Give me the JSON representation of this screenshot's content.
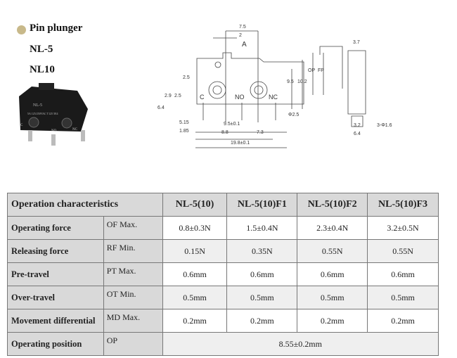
{
  "header": {
    "title": "Pin plunger",
    "models": [
      "NL-5",
      "NL10"
    ]
  },
  "product_photo": {
    "labels": [
      "NL-5",
      "5A 125/250VAC T125 5E4",
      "C",
      "NO",
      "NC"
    ]
  },
  "drawing": {
    "front_dims": [
      "7.5",
      "2",
      "A",
      "2.5",
      "2.9",
      "2.5",
      "6.4",
      "9.5",
      "10.2",
      "OP",
      "FP",
      "5.15",
      "1.85",
      "9.5±0.1",
      "8.8",
      "7.3",
      "19.8±0.1",
      "Φ2.5",
      "C",
      "NO",
      "NC"
    ],
    "side_dims": [
      "3.7",
      "3.2",
      "6.4",
      "3-Φ1.6"
    ]
  },
  "table": {
    "header": [
      "Operation characteristics",
      "NL-5(10)",
      "NL-5(10)F1",
      "NL-5(10)F2",
      "NL-5(10)F3"
    ],
    "rows": [
      {
        "name": "Operating force",
        "sym": "OF Max.",
        "values": [
          "0.8±0.3N",
          "1.5±0.4N",
          "2.3±0.4N",
          "3.2±0.5N"
        ]
      },
      {
        "name": "Releasing force",
        "sym": "RF Min.",
        "values": [
          "0.15N",
          "0.35N",
          "0.55N",
          "0.55N"
        ]
      },
      {
        "name": "Pre-travel",
        "sym": "PT Max.",
        "values": [
          "0.6mm",
          "0.6mm",
          "0.6mm",
          "0.6mm"
        ]
      },
      {
        "name": "Over-travel",
        "sym": "OT Min.",
        "values": [
          "0.5mm",
          "0.5mm",
          "0.5mm",
          "0.5mm"
        ]
      },
      {
        "name": "Movement differential",
        "sym": "MD Max.",
        "values": [
          "0.2mm",
          "0.2mm",
          "0.2mm",
          "0.2mm"
        ]
      }
    ],
    "last_row": {
      "name": "Operating position",
      "sym": "OP",
      "value": "8.55±0.2mm"
    }
  }
}
